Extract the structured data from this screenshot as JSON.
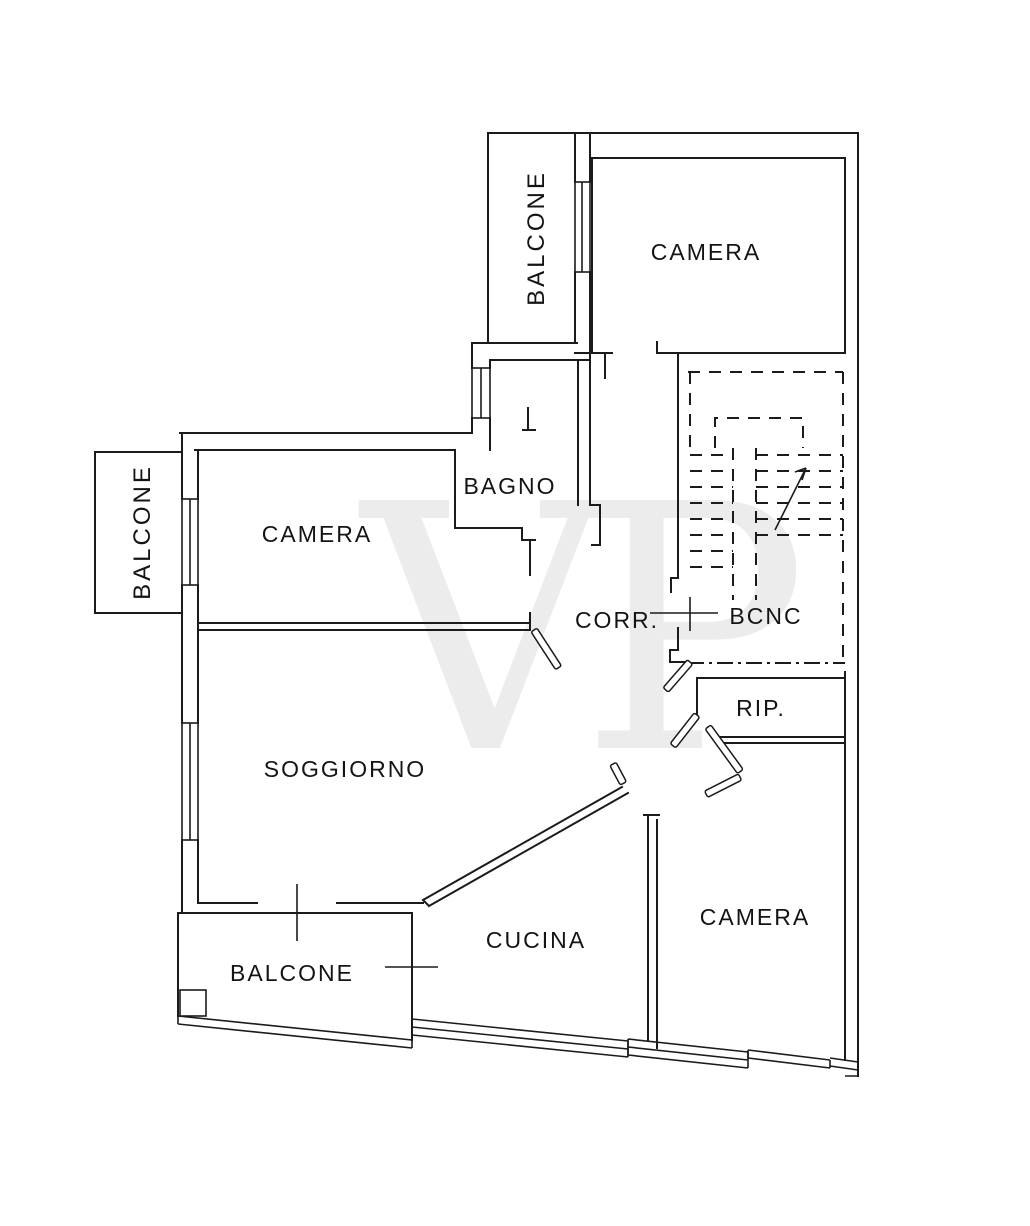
{
  "document": {
    "type": "floor-plan",
    "language": "it",
    "watermark_text": "VP"
  },
  "colors": {
    "background": "#ffffff",
    "wall": "#1b1b1b",
    "watermark": "#ececec",
    "label": "#141414"
  },
  "rooms": [
    {
      "id": "balcone-top",
      "label": "BALCONE",
      "orientation": "vertical"
    },
    {
      "id": "camera-top",
      "label": "CAMERA",
      "orientation": "horizontal"
    },
    {
      "id": "bagno",
      "label": "BAGNO",
      "orientation": "horizontal"
    },
    {
      "id": "camera-left",
      "label": "CAMERA",
      "orientation": "horizontal"
    },
    {
      "id": "balcone-left",
      "label": "BALCONE",
      "orientation": "vertical"
    },
    {
      "id": "corridoio",
      "label": "CORR.",
      "orientation": "horizontal"
    },
    {
      "id": "bcnc",
      "label": "BCNC",
      "orientation": "horizontal"
    },
    {
      "id": "ripostiglio",
      "label": "RIP.",
      "orientation": "horizontal"
    },
    {
      "id": "soggiorno",
      "label": "SOGGIORNO",
      "orientation": "horizontal"
    },
    {
      "id": "cucina",
      "label": "CUCINA",
      "orientation": "horizontal"
    },
    {
      "id": "camera-bottom",
      "label": "CAMERA",
      "orientation": "horizontal"
    },
    {
      "id": "balcone-bottom",
      "label": "BALCONE",
      "orientation": "horizontal"
    }
  ]
}
